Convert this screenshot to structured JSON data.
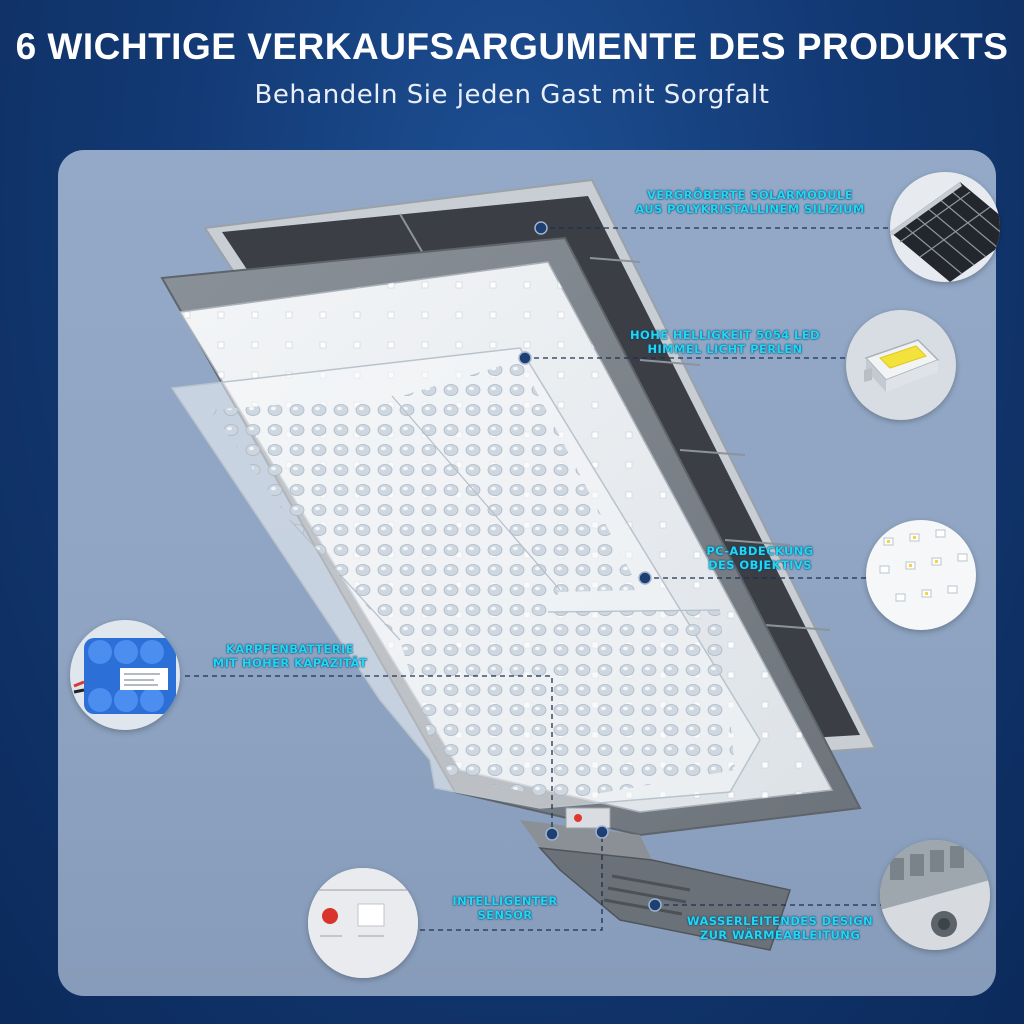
{
  "header": {
    "title": "6 WICHTIGE VERKAUFSARGUMENTE DES PRODUKTS",
    "subtitle": "Behandeln Sie jeden Gast mit Sorgfalt"
  },
  "features": [
    {
      "line1": "VERGRÖBERTE SOLARMODULE",
      "line2": "AUS POLYKRISTALLINEM SILIZIUM",
      "icon": "solar-panel-icon"
    },
    {
      "line1": "HOHE HELLIGKEIT 5054 LED",
      "line2": "HIMMEL LICHT PERLEN",
      "icon": "led-chip-icon"
    },
    {
      "line1": "PC-ABDECKUNG",
      "line2": "DES OBJEKTIVS",
      "icon": "lens-cover-icon"
    },
    {
      "line1": "KARPFENBATTERIE",
      "line2": "MIT HOHER KAPAZITÄT",
      "icon": "battery-icon"
    },
    {
      "line1": "INTELLIGENTER",
      "line2": "SENSOR",
      "icon": "sensor-icon"
    },
    {
      "line1": "WASSERLEITENDES DESIGN",
      "line2": "ZUR WÄRMEABLEITUNG",
      "icon": "heat-sink-icon"
    }
  ],
  "colors": {
    "background": "#133a75",
    "panel": "#8fa5c3",
    "label": "#20d8f0",
    "callout_line": "#1d2f4f"
  }
}
